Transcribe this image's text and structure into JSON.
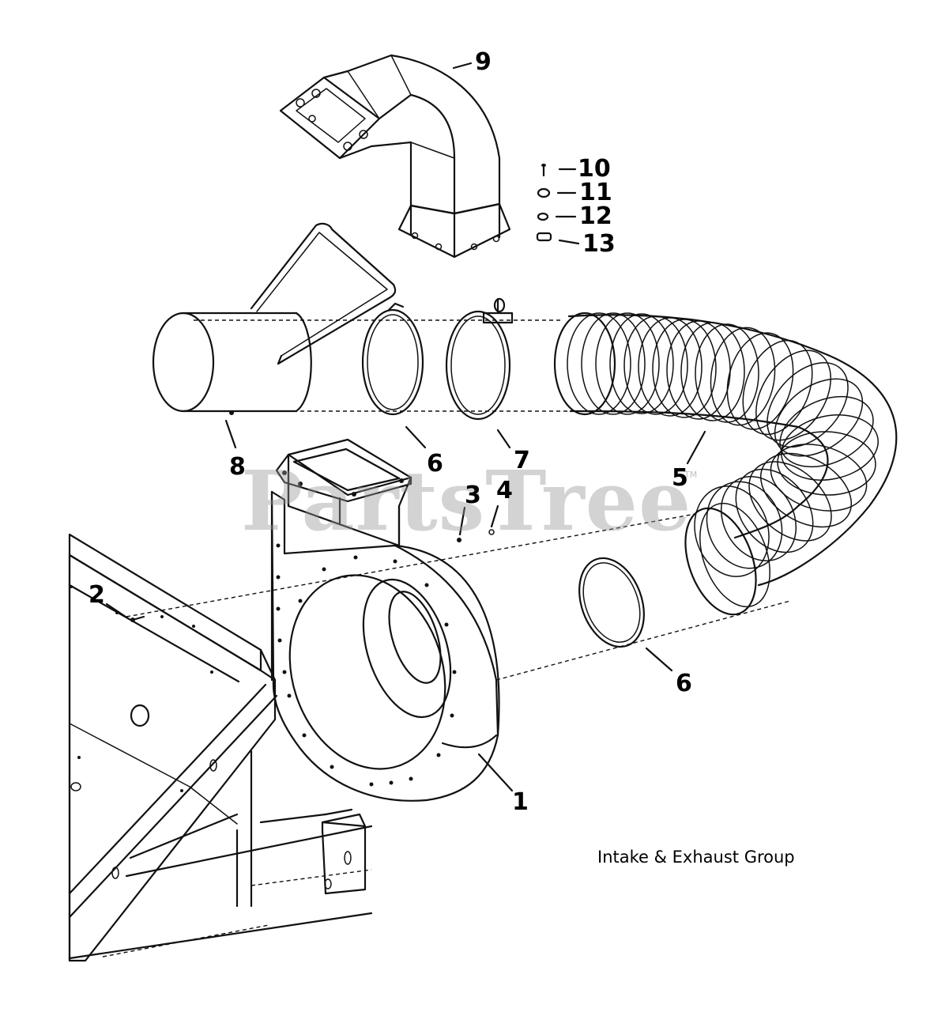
{
  "diagram": {
    "caption": "Intake & Exhaust Group",
    "watermark": "PartsTree",
    "watermark_mark": "TM",
    "callouts": [
      "1",
      "2",
      "3",
      "4",
      "5",
      "6",
      "6",
      "7",
      "8",
      "9",
      "10",
      "11",
      "12",
      "13"
    ],
    "parts": [
      "blower-housing",
      "screw",
      "bolt",
      "nut",
      "flexible-duct-hose",
      "hose-clamp",
      "hose-clamp",
      "clamp-with-bolt",
      "intake-cylinder-with-handle",
      "exhaust-elbow",
      "bolt",
      "washer",
      "lock-washer",
      "spacer"
    ]
  }
}
